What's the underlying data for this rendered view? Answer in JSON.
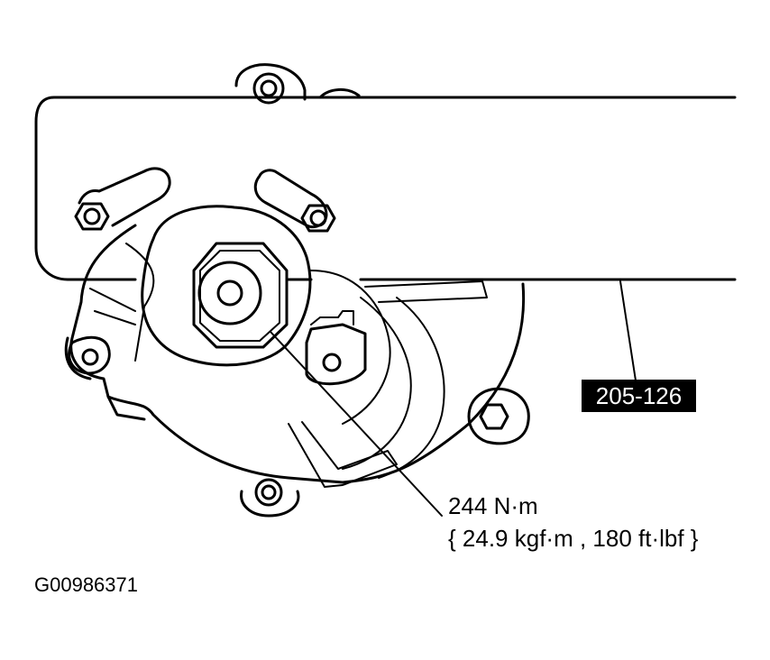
{
  "labels": {
    "tool_number": "205-126",
    "torque_line1": "244 N·m",
    "torque_line2": "{ 24.9 kgf·m , 180 ft·lbf }",
    "figure_id": "G00986371"
  },
  "colors": {
    "line": "#000000",
    "background": "#ffffff",
    "tag_background": "#000000",
    "tag_text": "#ffffff"
  }
}
